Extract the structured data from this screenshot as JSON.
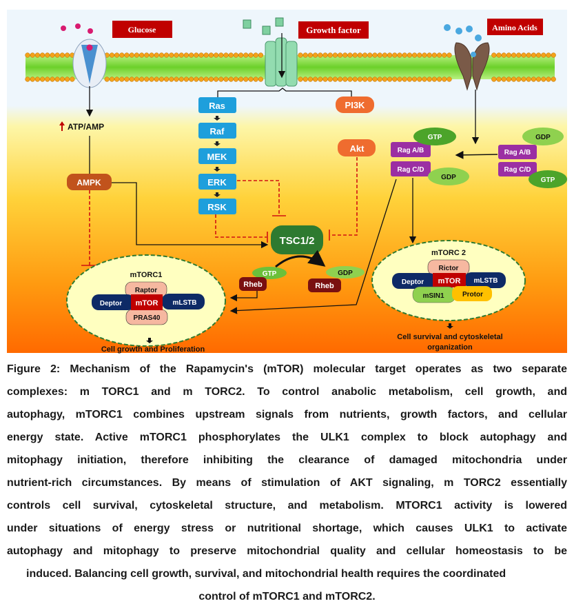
{
  "figure": {
    "labels": {
      "glucose": "Glucose",
      "growth_factor": "Growth factor",
      "amino_acids": "Amino Acids",
      "atp_amp": "ATP/AMP",
      "ampk": "AMPK",
      "ras": "Ras",
      "raf": "Raf",
      "mek": "MEK",
      "erk": "ERK",
      "rsk": "RSK",
      "pi3k": "PI3K",
      "akt": "Akt",
      "tsc": "TSC1/2",
      "rag_ab": "Rag A/B",
      "rag_cd": "Rag C/D",
      "gtp": "GTP",
      "gdp": "GDP",
      "rheb": "Rheb",
      "mtorc1": "mTORC1",
      "mtorc2": "mTORC 2",
      "raptor": "Raptor",
      "deptor": "Deptor",
      "mtor": "mTOR",
      "mlstb": "mLSTB",
      "pras40": "PRAS40",
      "rictor": "Rictor",
      "msin1": "mSIN1",
      "protor": "Protor",
      "outcome1": "Cell growth and Proliferation",
      "outcome2_line1": "Cell survival and cytoskeletal",
      "outcome2_line2": "organization"
    },
    "colors": {
      "label_box": "#c00000",
      "mapk_box": "#1e9fdc",
      "pi3k_akt": "#ef6c2f",
      "ampk": "#c1531c",
      "rag": "#9b2fa3",
      "tsc": "#2e7a30",
      "rheb": "#7a1010",
      "navy": "#0e2a66",
      "inhibition": "#d01010"
    }
  },
  "caption": {
    "lines": [
      "Figure 2: Mechanism of the Rapamycin's (mTOR) molecular target operates as two separate",
      "complexes: m TORC1 and m TORC2. To control anabolic metabolism, cell growth, and",
      "autophagy, mTORC1 combines upstream signals from nutrients, growth factors, and cellular",
      "energy state. Active mTORC1 phosphorylates the ULK1 complex to block autophagy and",
      "mitophagy initiation, therefore inhibiting the clearance of damaged mitochondria under",
      "nutrient-rich circumstances. By means of stimulation of AKT signaling, m TORC2 essentially",
      "controls cell survival, cytoskeletal structure, and metabolism. MTORC1 activity is lowered",
      "under situations of energy stress or nutritional shortage, which causes ULK1 to activate",
      "autophagy and mitophagy to preserve mitochondrial quality and cellular homeostasis to be",
      "induced. Balancing cell growth, survival, and mitochondrial health requires the coordinated",
      "control of mTORC1 and mTORC2."
    ]
  }
}
